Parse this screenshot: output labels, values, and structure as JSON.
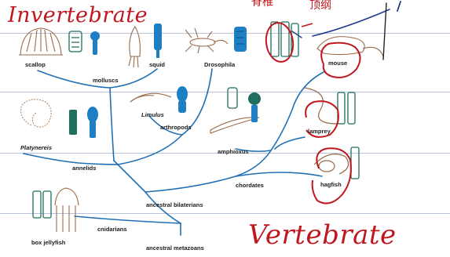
{
  "annotations": {
    "invertebrate": "Invertebrate",
    "vertebrate": "Vertebrate",
    "note_1": "脊椎",
    "note_2": "顶纲"
  },
  "organisms": {
    "scallop": "scallop",
    "squid": "squid",
    "drosophila": "Drosophila",
    "mouse": "mouse",
    "limulus": "Limulus",
    "platynereis": "Platynereis",
    "amphioxus": "amphioxus",
    "lamprey": "lamprey",
    "hagfish": "hagfish",
    "box_jellyfish": "box jellyfish"
  },
  "clades": {
    "molluscs": "molluscs",
    "arthropods": "arthropods",
    "annelids": "annelids",
    "chordates": "chordates",
    "cnidarians": "cnidarians",
    "ancestral_bilaterians": "ancestral bilaterians",
    "ancestral_metazoans": "ancestral metazoans"
  },
  "colors": {
    "tree": "#1f6fb5",
    "annotation": "#c0171f",
    "eye_blue": "#1e7fc4",
    "eye_teal": "#1f6f5e",
    "organism": "#9a6b4a"
  }
}
